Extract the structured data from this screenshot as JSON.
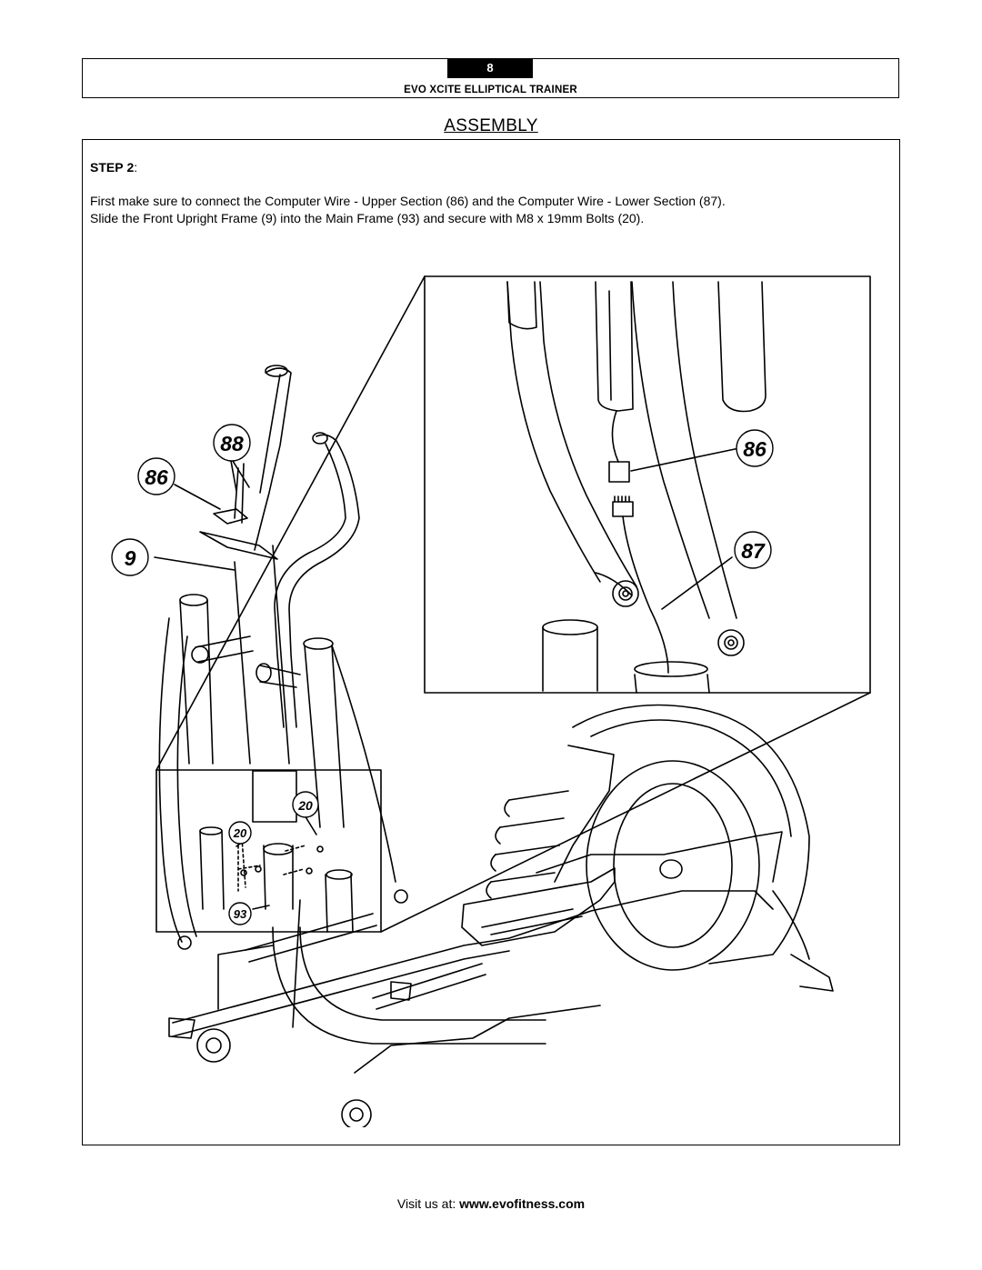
{
  "header": {
    "page_number": "8",
    "doc_title": "EVO XCITE ELLIPTICAL TRAINER"
  },
  "section": {
    "title": "ASSEMBLY"
  },
  "step": {
    "label": "STEP",
    "number": "2",
    "line1": "First make sure to connect the Computer Wire - Upper Section (86) and the Computer Wire - Lower Section (87).",
    "line2": "Slide the Front Upright Frame (9) into the Main Frame (93) and secure with M8 x 19mm Bolts (20)."
  },
  "callouts": {
    "c88": "88",
    "c86_main": "86",
    "c9": "9",
    "c20_right": "20",
    "c20_left": "20",
    "c93": "93",
    "c86_detail": "86",
    "c87_detail": "87"
  },
  "footer": {
    "prefix": "Visit us at: ",
    "url": "www.evofitness.com"
  }
}
